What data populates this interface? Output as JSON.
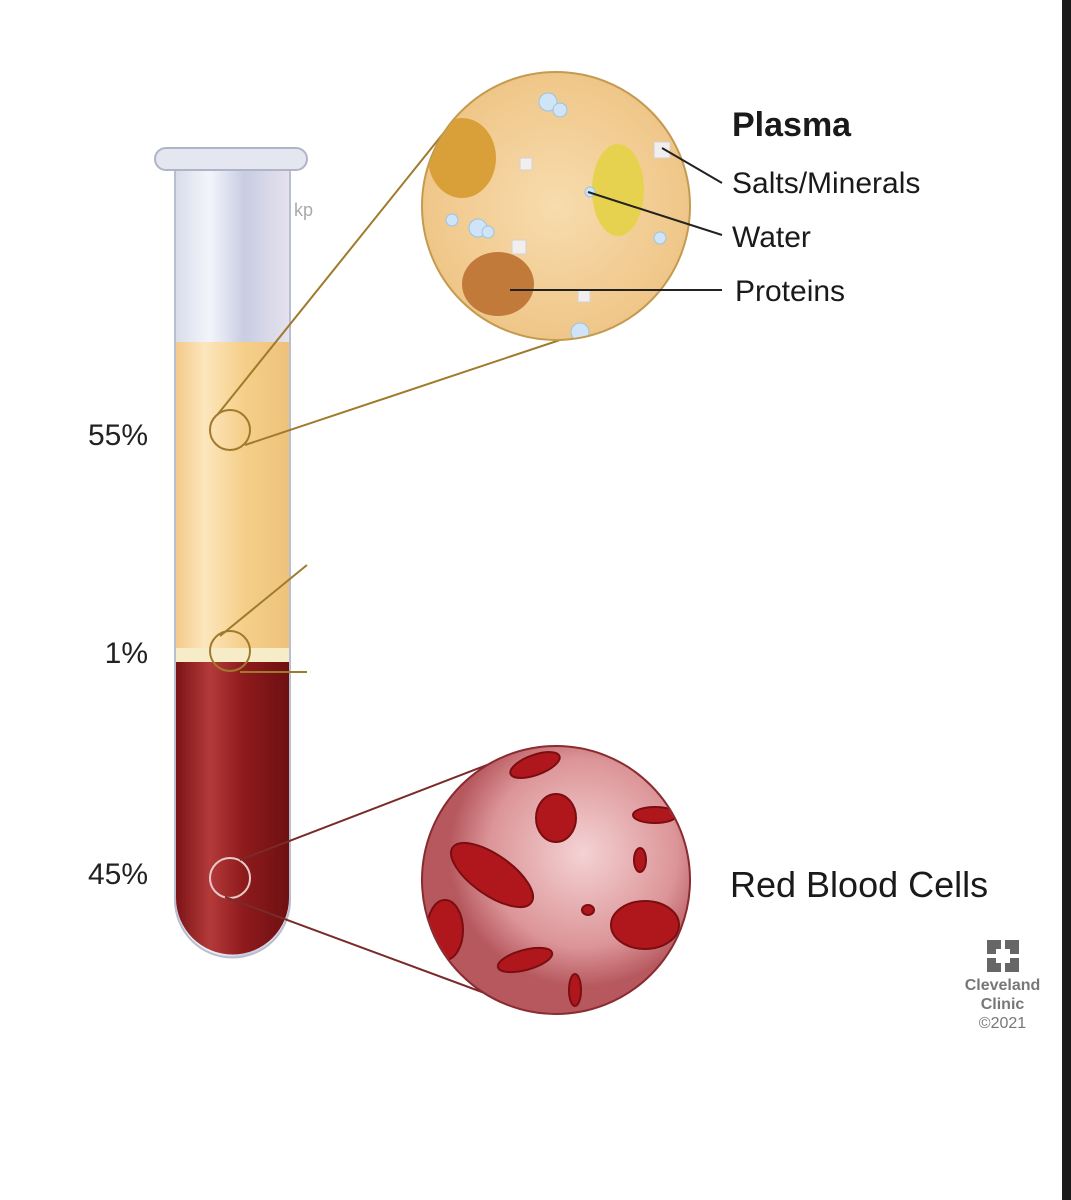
{
  "plasma": {
    "title": "Plasma",
    "components": [
      "Salts/Minerals",
      "Water",
      "Proteins"
    ],
    "percent": "55%",
    "color": "#f5cf8a"
  },
  "buffy_coat": {
    "percent": "1%"
  },
  "red_blood_cells": {
    "title": "Red Blood Cells",
    "percent": "45%",
    "color": "#8e1a1c"
  },
  "artist_mark": "kp",
  "logo": {
    "name_line1": "Cleveland",
    "name_line2": "Clinic",
    "copyright": "©2021"
  }
}
